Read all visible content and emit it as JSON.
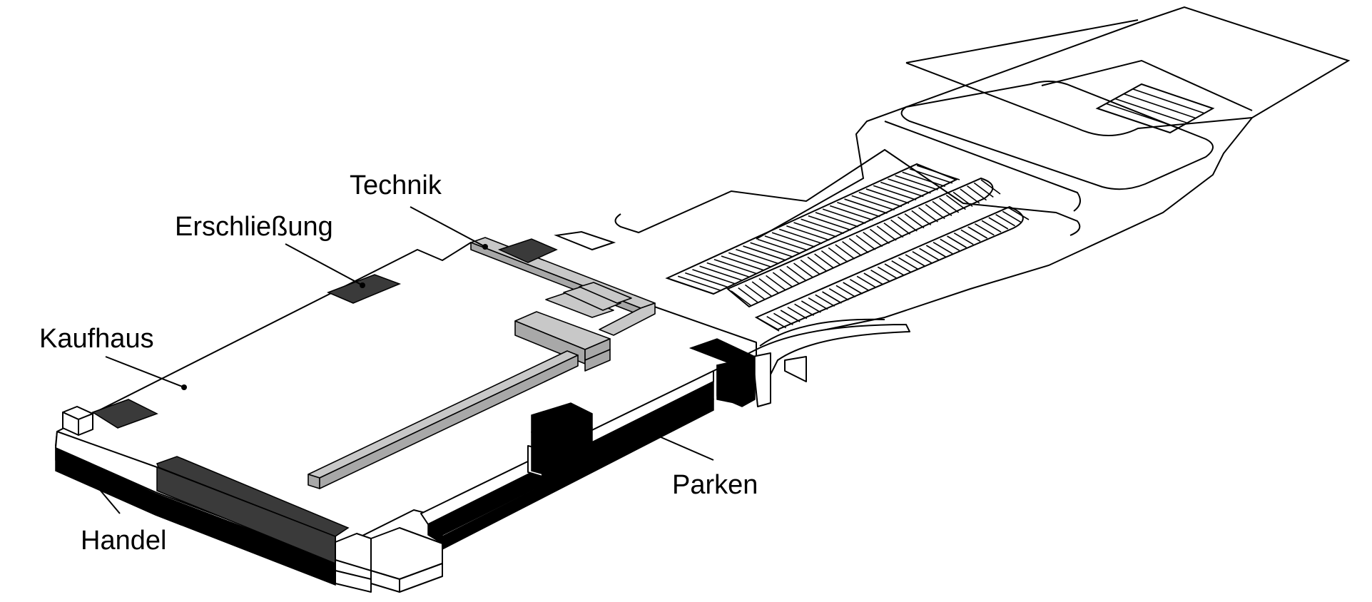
{
  "labels": {
    "technik": "Technik",
    "erschliessung": "Erschließung",
    "kaufhaus": "Kaufhaus",
    "parken": "Parken",
    "handel": "Handel"
  },
  "colors": {
    "background": "#ffffff",
    "outline": "#000000",
    "technik_gray": "#c8c8c8",
    "dark_block": "#3a3a3a",
    "black_band": "#000000"
  }
}
